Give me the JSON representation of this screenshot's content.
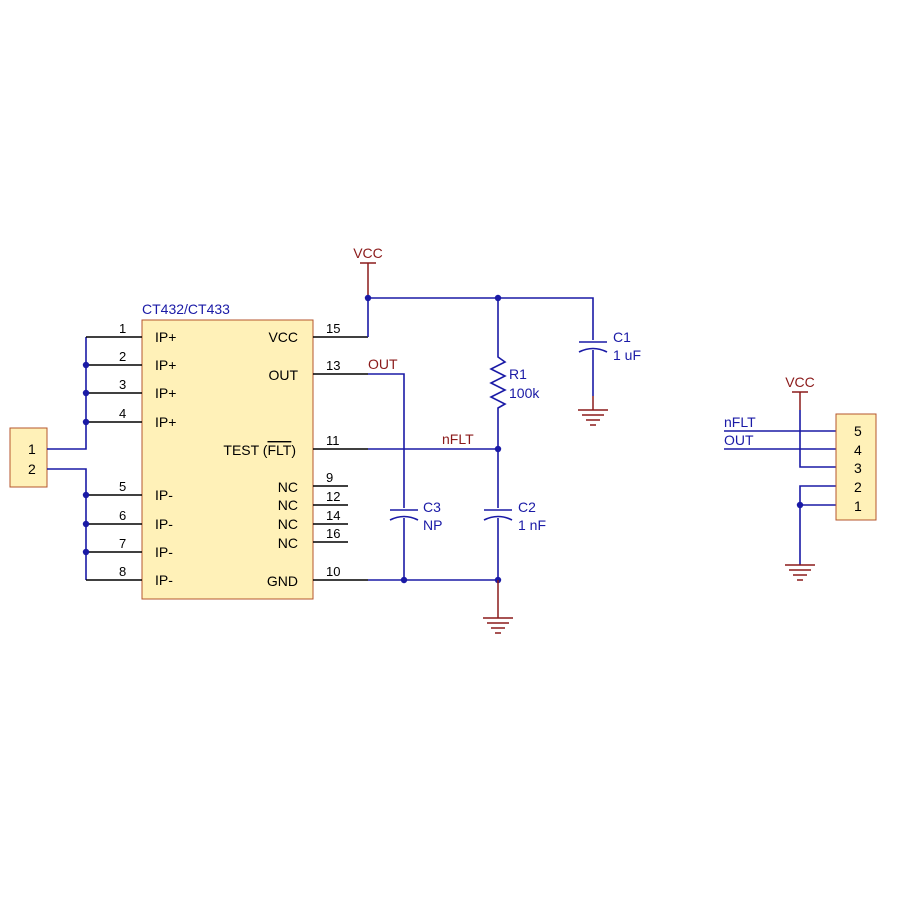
{
  "colors": {
    "wire": "#1a1aa6",
    "power": "#8b1a1a",
    "ic_fill": "#fff1b8",
    "ic_border": "#b5562c"
  },
  "ic": {
    "title": "CT432/CT433",
    "left_pins": [
      {
        "num": "1",
        "name": "IP+"
      },
      {
        "num": "2",
        "name": "IP+"
      },
      {
        "num": "3",
        "name": "IP+"
      },
      {
        "num": "4",
        "name": "IP+"
      },
      {
        "num": "5",
        "name": "IP-"
      },
      {
        "num": "6",
        "name": "IP-"
      },
      {
        "num": "7",
        "name": "IP-"
      },
      {
        "num": "8",
        "name": "IP-"
      }
    ],
    "right_pins": [
      {
        "num": "15",
        "name": "VCC"
      },
      {
        "num": "13",
        "name": "OUT"
      },
      {
        "num": "11",
        "name": "TEST (FLT)",
        "name_prefix": "TEST (",
        "name_overbar": "FLT",
        "name_suffix": ")"
      },
      {
        "num": "9",
        "name": "NC"
      },
      {
        "num": "12",
        "name": "NC"
      },
      {
        "num": "14",
        "name": "NC"
      },
      {
        "num": "16",
        "name": "NC"
      },
      {
        "num": "10",
        "name": "GND"
      }
    ]
  },
  "input_connector": {
    "pins": [
      "1",
      "2"
    ]
  },
  "nets": {
    "vcc": "VCC",
    "out": "OUT",
    "nflt": "nFLT"
  },
  "components": {
    "r1": {
      "ref": "R1",
      "value": "100k"
    },
    "c1": {
      "ref": "C1",
      "value": "1 uF"
    },
    "c2": {
      "ref": "C2",
      "value": "1 nF"
    },
    "c3": {
      "ref": "C3",
      "value": "NP"
    }
  },
  "output_header": {
    "vcc_label": "VCC",
    "net_labels": [
      "nFLT",
      "OUT"
    ],
    "pins": [
      "5",
      "4",
      "3",
      "2",
      "1"
    ]
  }
}
